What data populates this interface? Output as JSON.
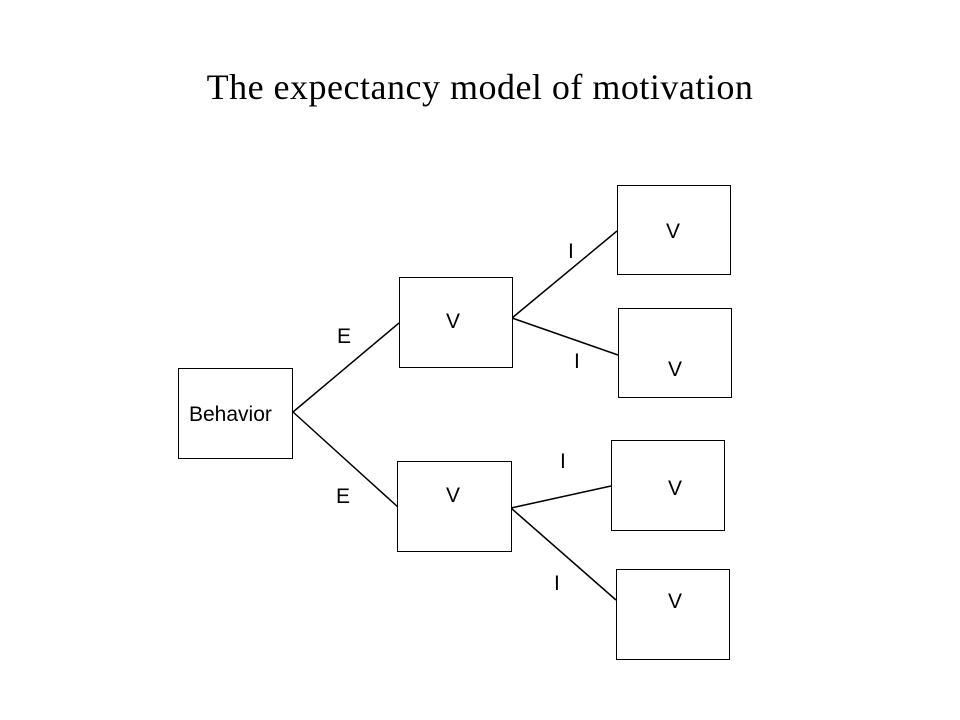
{
  "title": "The expectancy model of motivation",
  "nodes": {
    "behavior": "Behavior",
    "v_mid_top": "V",
    "v_mid_bottom": "V",
    "v_out_1": "V",
    "v_out_2": "V",
    "v_out_3": "V",
    "v_out_4": "V"
  },
  "edge_labels": {
    "e_top": "E",
    "e_bottom": "E",
    "i_1": "I",
    "i_2": "I",
    "i_3": "I",
    "i_4": "I"
  }
}
